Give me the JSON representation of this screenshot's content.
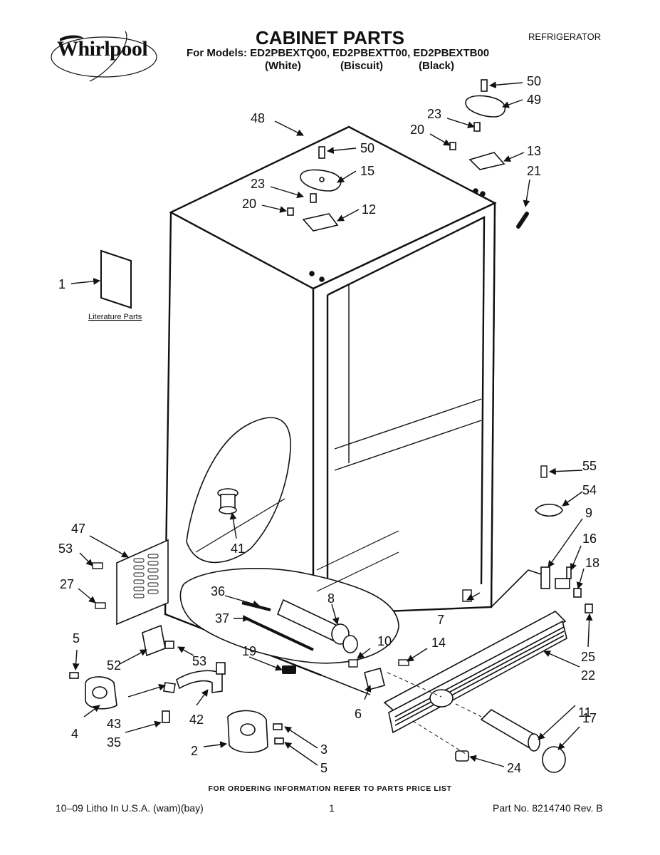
{
  "header": {
    "brand": "Whirlpool",
    "title": "CABINET PARTS",
    "category": "REFRIGERATOR",
    "models_line": "For Models: ED2PBEXTQ00, ED2PBEXTT00, ED2PBEXTB00",
    "variants": [
      "(White)",
      "(Biscuit)",
      "(Black)"
    ]
  },
  "diagram": {
    "literature_label": "Literature Parts",
    "callouts": [
      "1",
      "2",
      "3",
      "4",
      "5",
      "5",
      "6",
      "7",
      "8",
      "9",
      "10",
      "11",
      "12",
      "13",
      "14",
      "15",
      "16",
      "17",
      "18",
      "19",
      "20",
      "20",
      "21",
      "22",
      "23",
      "23",
      "24",
      "25",
      "27",
      "35",
      "36",
      "37",
      "41",
      "42",
      "43",
      "47",
      "48",
      "49",
      "50",
      "50",
      "52",
      "53",
      "53",
      "54",
      "55"
    ]
  },
  "footer": {
    "ordering_note": "FOR ORDERING INFORMATION REFER TO PARTS PRICE LIST",
    "litho": "10–09 Litho In U.S.A. (wam)(bay)",
    "page": "1",
    "part_no": "Part No. 8214740 Rev. B"
  }
}
